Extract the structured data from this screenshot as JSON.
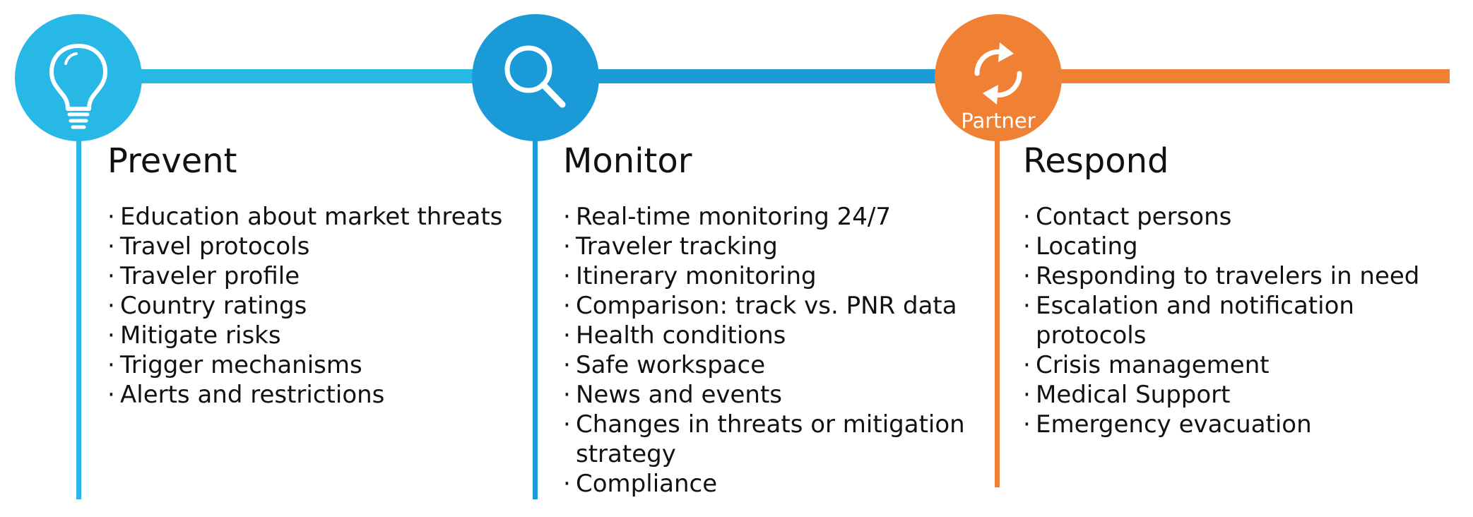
{
  "colors": {
    "prevent": "#28b8e6",
    "monitor": "#1a9bd8",
    "respond": "#f08034"
  },
  "stages": [
    {
      "icon": "lightbulb-icon",
      "title": "Prevent",
      "items": [
        "Education about market threats",
        "Travel protocols",
        "Traveler profile",
        "Country ratings",
        "Mitigate risks",
        "Trigger mechanisms",
        "Alerts and restrictions"
      ]
    },
    {
      "icon": "magnifier-icon",
      "title": "Monitor",
      "items": [
        "Real-time monitoring 24/7",
        "Traveler tracking",
        "Itinerary monitoring",
        "Comparison: track vs. PNR data",
        "Health conditions",
        "Safe workspace",
        "News and events",
        "Changes in threats or mitigation strategy",
        "Compliance"
      ]
    },
    {
      "icon": "refresh-cycle-icon",
      "badge": "Partner",
      "title": "Respond",
      "items": [
        "Contact persons",
        "Locating",
        "Responding to travelers in need",
        "Escalation and notification protocols",
        "Crisis management",
        "Medical Support",
        "Emergency evacuation"
      ]
    }
  ]
}
